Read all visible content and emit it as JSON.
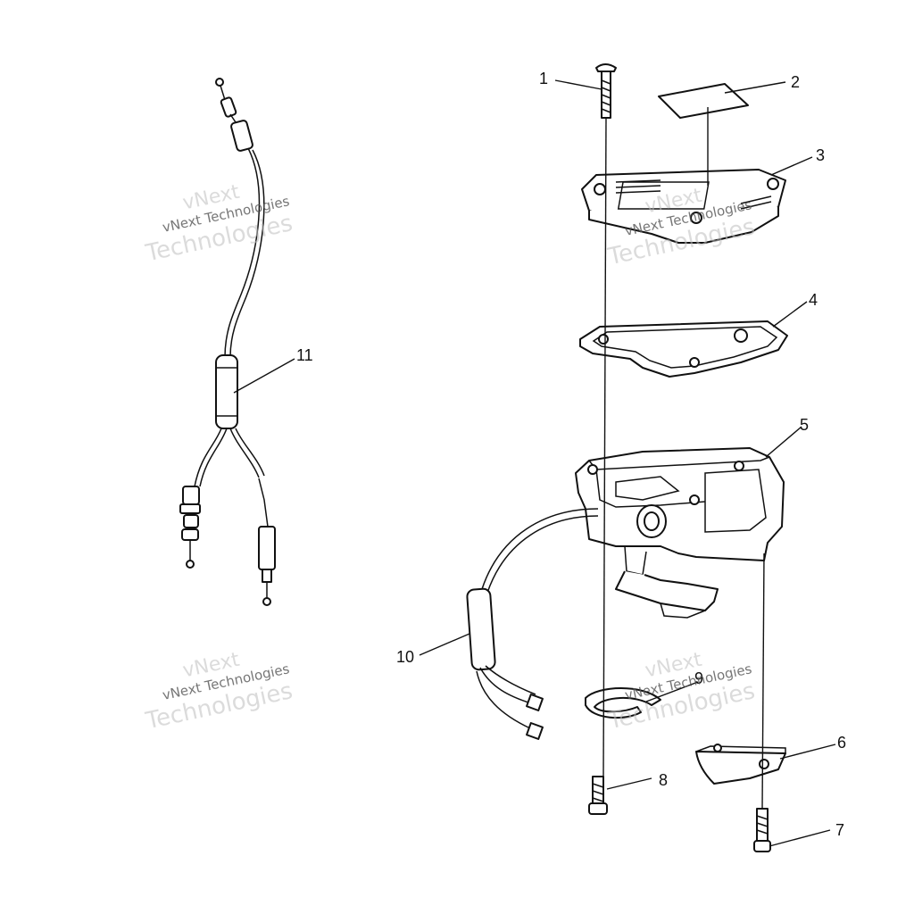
{
  "callouts": {
    "c1": "1",
    "c2": "2",
    "c3": "3",
    "c4": "4",
    "c5": "5",
    "c6": "6",
    "c7": "7",
    "c8": "8",
    "c9": "9",
    "c10": "10",
    "c11": "11"
  },
  "watermark": {
    "line1": "vNext",
    "line2": "vNext Technologies",
    "line3": "Technologies"
  }
}
